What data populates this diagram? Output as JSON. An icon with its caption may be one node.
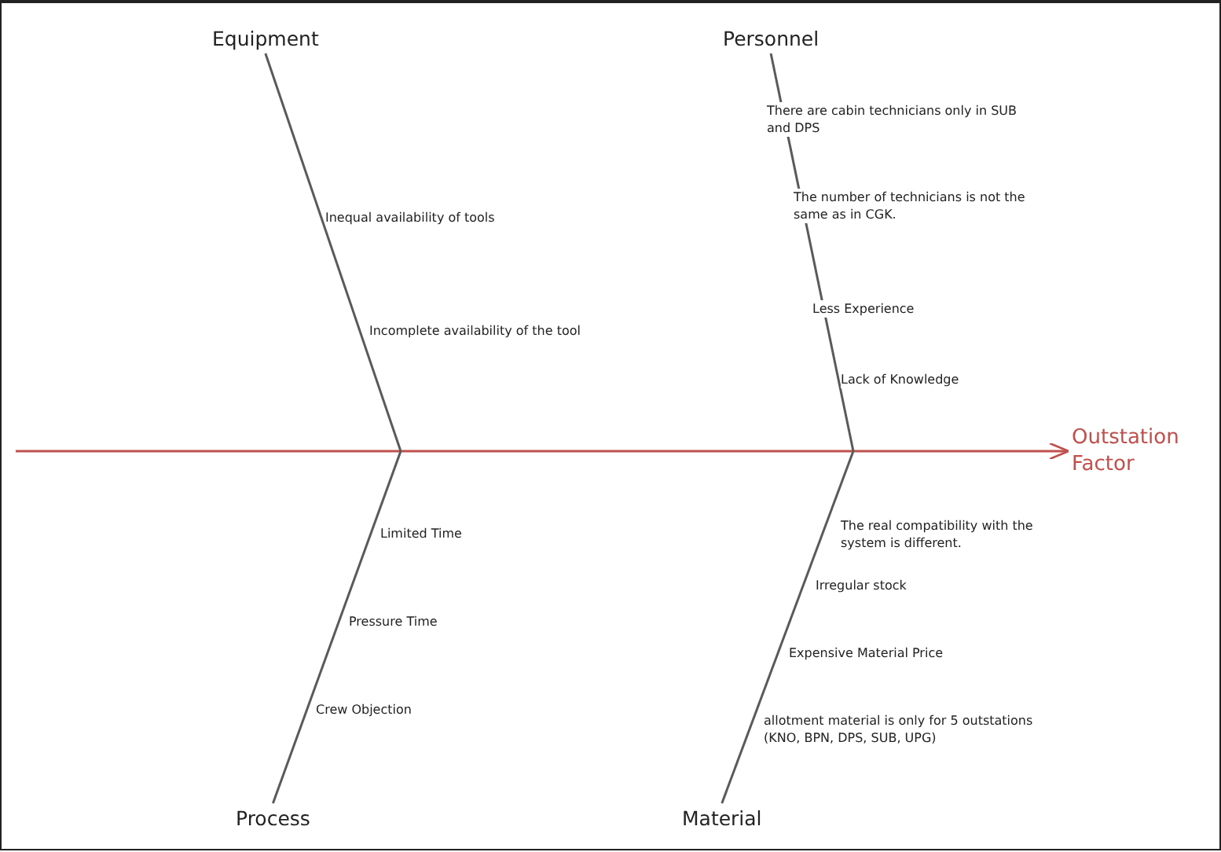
{
  "diagram": {
    "nodes": [
      {
        "text": [
          "Outstation Factor"
        ]
      },
      {
        "text": [
          "Equipment"
        ]
      },
      {
        "text": [
          "Personnel"
        ]
      },
      {
        "text": [
          "Process"
        ]
      },
      {
        "text": [
          "Material"
        ]
      }
    ],
    "edges": [
      {
        "from": null,
        "to": 0,
        "arrow": "to",
        "color": "#c0504d"
      },
      {
        "from": 1,
        "to": null,
        "arrow": "none"
      },
      {
        "from": 2,
        "to": null,
        "arrow": "none"
      },
      {
        "from": 3,
        "to": null,
        "arrow": "none"
      },
      {
        "from": 4,
        "to": null,
        "arrow": "none"
      }
    ],
    "labels": [
      "Inequal availability of tools",
      "Incomplete availability of the tool",
      "There are cabin technicians only in SUB and DPS",
      "The number of technicians is not the same as in CGK.",
      "Less Experience",
      "Lack of Knowledge",
      "Limited Time",
      "Pressure Time",
      "Crew Objection",
      "The real compatibility with the system is different.",
      "Irregular stock",
      "Expensive Material Price",
      "allotment material is only for 5 outstations (KNO, BPN, DPS, SUB, UPG)"
    ]
  }
}
